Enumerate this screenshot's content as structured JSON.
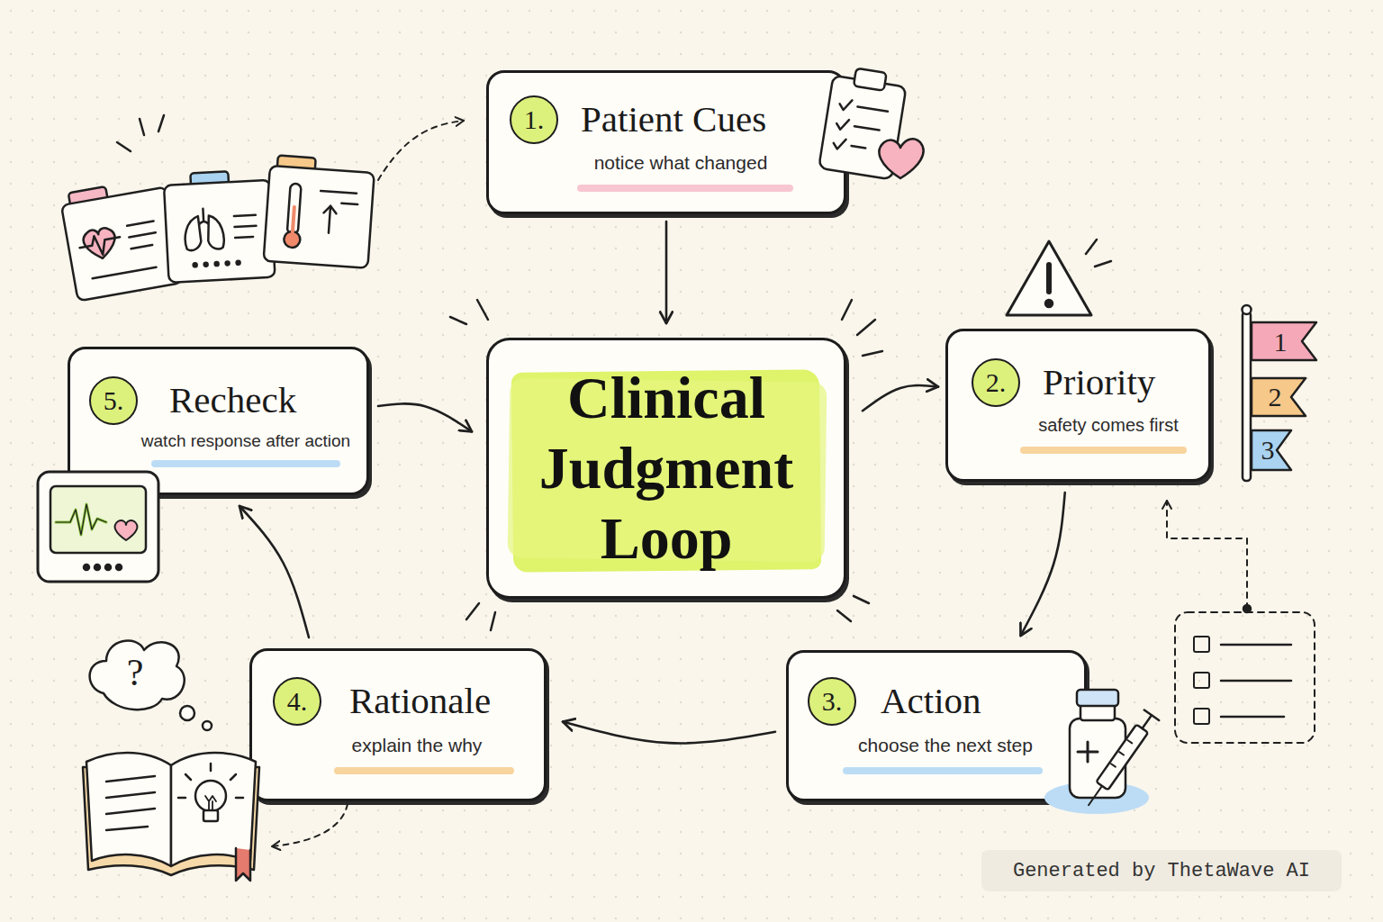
{
  "diagram": {
    "nodes": [
      {
        "text": [
          "1.",
          "Patient Cues",
          "notice what changed"
        ]
      },
      {
        "text": [
          "2.",
          "Priority",
          "safety comes first"
        ]
      },
      {
        "text": [
          "3.",
          "Action",
          "choose the next step"
        ]
      },
      {
        "text": [
          "4.",
          "Rationale",
          "explain the why"
        ]
      },
      {
        "text": [
          "5.",
          "Recheck",
          "watch response after action"
        ]
      },
      {
        "text": [
          "Clinical Judgment Loop"
        ]
      }
    ],
    "edges": [
      {
        "from": 0,
        "to": 5,
        "arrow": "to"
      },
      {
        "from": 5,
        "to": 1,
        "arrow": "to"
      },
      {
        "from": 1,
        "to": 2,
        "arrow": "to"
      },
      {
        "from": 2,
        "to": 3,
        "arrow": "to"
      },
      {
        "from": 3,
        "to": 4,
        "arrow": "to"
      },
      {
        "from": 4,
        "to": 5,
        "arrow": "to"
      }
    ],
    "labels": [
      "1",
      "2",
      "3",
      "?",
      "Generated by ThetaWave AI"
    ]
  }
}
